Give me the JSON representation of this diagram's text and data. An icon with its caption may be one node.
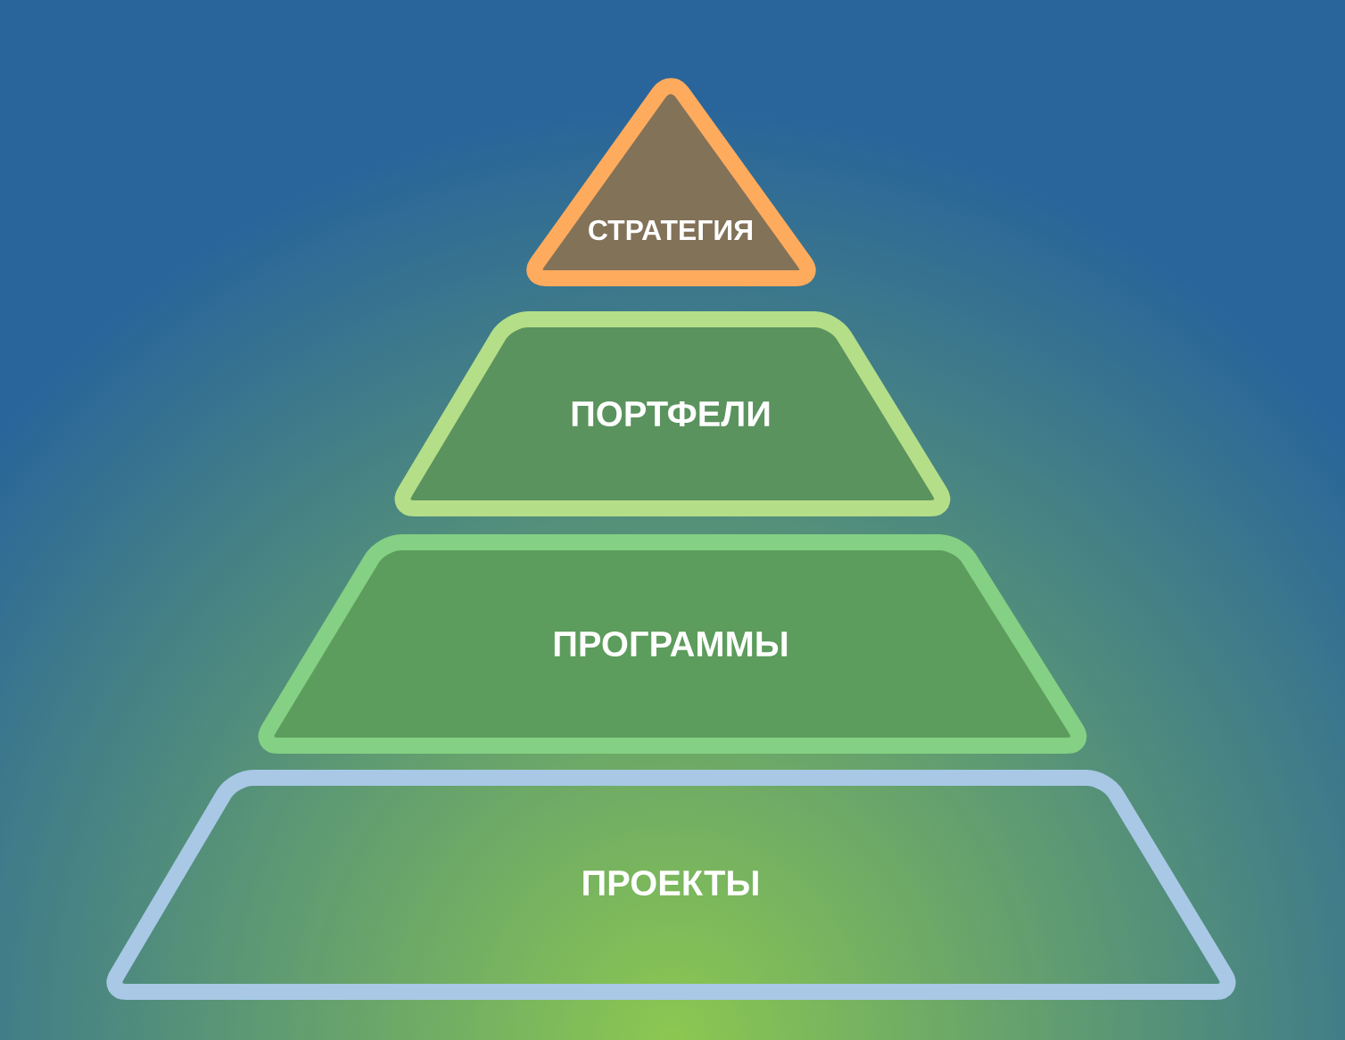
{
  "diagram": {
    "nodes": [
      {
        "text": [
          "СТРАТЕГИЯ"
        ]
      },
      {
        "text": [
          "ПОРТФЕЛИ"
        ]
      },
      {
        "text": [
          "ПРОГРАММЫ"
        ]
      },
      {
        "text": [
          "ПРОЕКТЫ"
        ]
      }
    ]
  }
}
